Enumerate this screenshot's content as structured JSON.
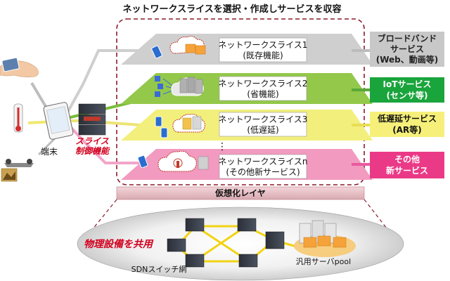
{
  "title": "ネットワークスライスを選択・作成しサービスを収容",
  "slices": [
    {
      "name": "ネットワークスライス1",
      "sub": "(既存機能)",
      "color": "#c8c8c8"
    },
    {
      "name": "ネットワークスライス2",
      "sub": "(省機能)",
      "color": "#93c84a"
    },
    {
      "name": "ネットワークスライス3",
      "sub": "(低遅延)",
      "color": "#f2ef7c"
    },
    {
      "name": "ネットワークスライスn",
      "sub": "(その他新サービス)",
      "color": "#f29ac0"
    }
  ],
  "services": [
    {
      "line1": "ブロードバンド",
      "line2": "サービス",
      "line3": "(Web、動画等)",
      "bg": "#c8c8c8",
      "fg": "#222222"
    },
    {
      "line1": "IoTサービス",
      "line2": "(センサ等)",
      "line3": "",
      "bg": "#1aa43c",
      "fg": "#ffffff"
    },
    {
      "line1": "低遅延サービス",
      "line2": "(AR等)",
      "line3": "",
      "bg": "#f6f07a",
      "fg": "#111111"
    },
    {
      "line1": "その他",
      "line2": "新サービス",
      "line3": "",
      "bg": "#ea3a87",
      "fg": "#ffffff"
    }
  ],
  "slice_control_line1": "スライス",
  "slice_control_line2": "制御機能",
  "terminal_label": "端末",
  "ellipsis": "⋮",
  "virtualization_layer": "仮想化レイヤ",
  "shared_equipment": "物理設備を共用",
  "sdn_switch": "SDNスイッチ網",
  "server_pool": "汎用サーバpool",
  "colors": {
    "accent_red": "#d2001e",
    "dashed_border": "#8a1a2a"
  }
}
